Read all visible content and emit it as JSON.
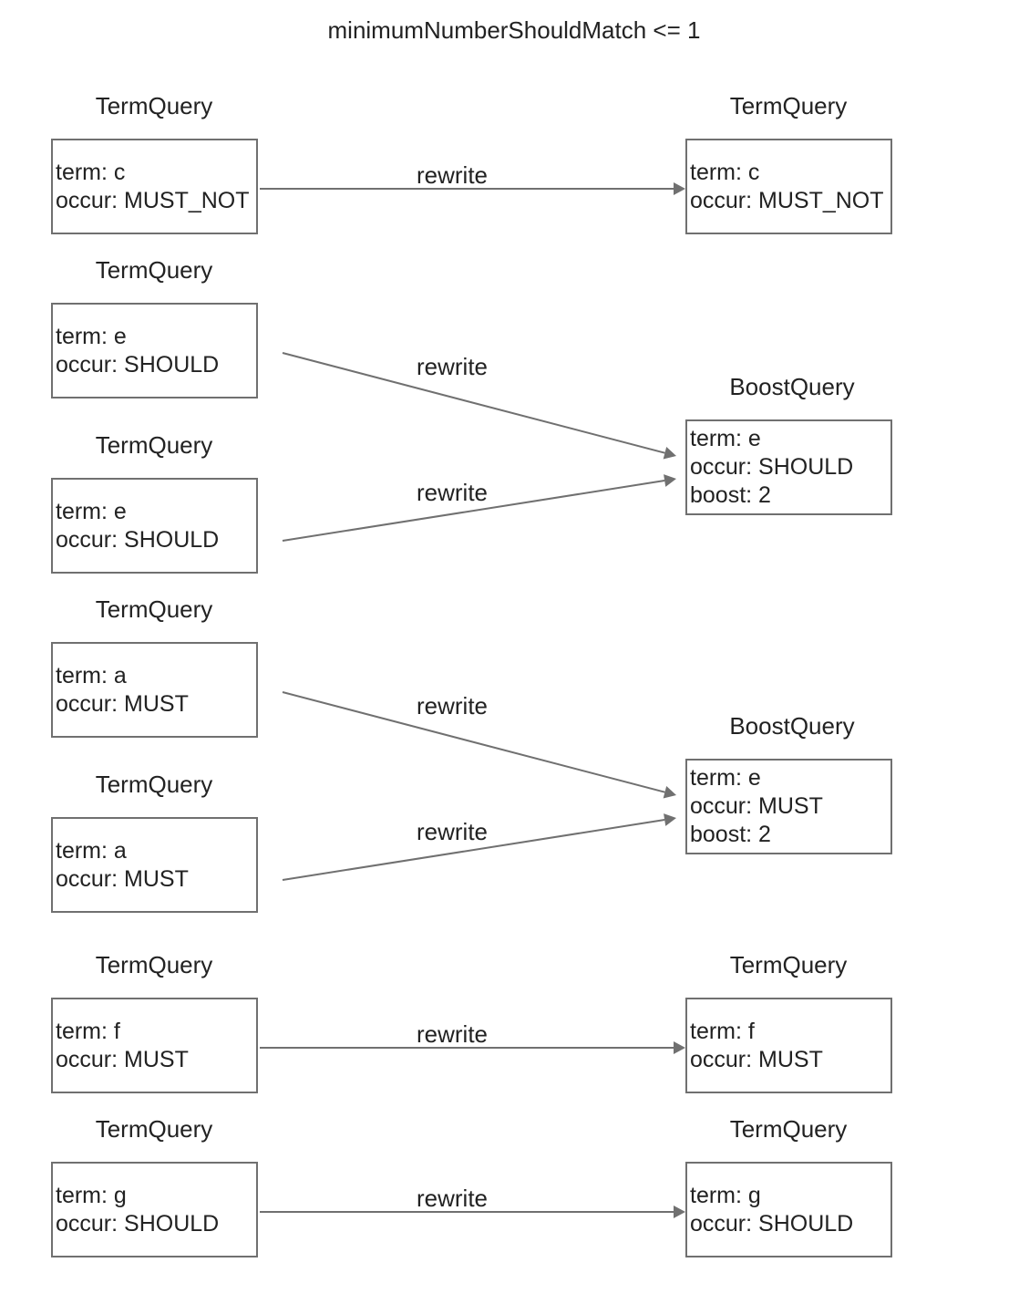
{
  "title": "minimumNumberShouldMatch <= 1",
  "left_nodes": [
    {
      "type": "TermQuery",
      "term": "term: c",
      "occur": "occur: MUST_NOT"
    },
    {
      "type": "TermQuery",
      "term": "term: e",
      "occur": "occur: SHOULD"
    },
    {
      "type": "TermQuery",
      "term": "term: e",
      "occur": "occur: SHOULD"
    },
    {
      "type": "TermQuery",
      "term": "term: a",
      "occur": "occur: MUST"
    },
    {
      "type": "TermQuery",
      "term": "term: a",
      "occur": "occur: MUST"
    },
    {
      "type": "TermQuery",
      "term": "term: f",
      "occur": "occur: MUST"
    },
    {
      "type": "TermQuery",
      "term": "term: g",
      "occur": "occur: SHOULD"
    }
  ],
  "right_nodes": [
    {
      "type": "TermQuery",
      "term": "term: c",
      "occur": "occur: MUST_NOT",
      "boost": ""
    },
    {
      "type": "BoostQuery",
      "term": "term: e",
      "occur": "occur: SHOULD",
      "boost": "boost: 2"
    },
    {
      "type": "BoostQuery",
      "term": "term: e",
      "occur": "occur: MUST",
      "boost": "boost: 2"
    },
    {
      "type": "TermQuery",
      "term": "term: f",
      "occur": "occur: MUST",
      "boost": ""
    },
    {
      "type": "TermQuery",
      "term": "term: g",
      "occur": "occur: SHOULD",
      "boost": ""
    }
  ],
  "edges": [
    {
      "from": 0,
      "to": 0,
      "label": "rewrite"
    },
    {
      "from": 1,
      "to": 1,
      "label": "rewrite"
    },
    {
      "from": 2,
      "to": 1,
      "label": "rewrite"
    },
    {
      "from": 3,
      "to": 2,
      "label": "rewrite"
    },
    {
      "from": 4,
      "to": 2,
      "label": "rewrite"
    },
    {
      "from": 5,
      "to": 3,
      "label": "rewrite"
    },
    {
      "from": 6,
      "to": 4,
      "label": "rewrite"
    }
  ],
  "colors": {
    "stroke": "#707070",
    "text": "#222222"
  }
}
